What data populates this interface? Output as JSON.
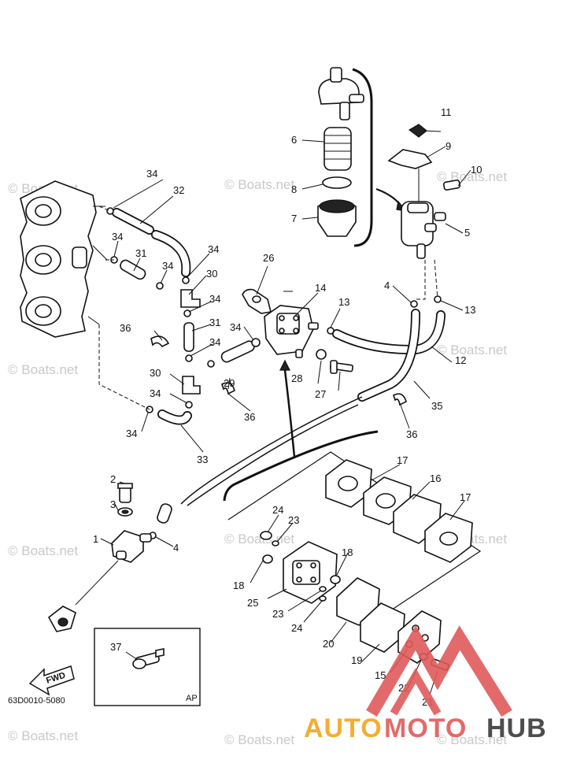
{
  "watermark": "© Boats.net",
  "figure_code": "63D0010-5080",
  "inset_label": "AP",
  "fwd_label": "FWD",
  "brand": {
    "part1": "AUTO",
    "part2": "MOTO",
    "part3": "HUB",
    "color1": "#f3a51f",
    "color2": "#e05a5a",
    "color3": "#3a3a3a"
  },
  "callouts": {
    "c1": "1",
    "c2": "2",
    "c3": "3",
    "c4a": "4",
    "c4b": "4",
    "c5": "5",
    "c6": "6",
    "c7": "7",
    "c8": "8",
    "c9": "9",
    "c10": "10",
    "c11": "11",
    "c12": "12",
    "c13a": "13",
    "c13b": "13",
    "c14": "14",
    "c15": "15",
    "c16": "16",
    "c17a": "17",
    "c17b": "17",
    "c18a": "18",
    "c18b": "18",
    "c19": "19",
    "c20": "20",
    "c21": "21",
    "c22": "22",
    "c23a": "23",
    "c23b": "23",
    "c24a": "24",
    "c24b": "24",
    "c25": "25",
    "c26": "26",
    "c27": "27",
    "c28": "28",
    "c29": "29",
    "c30a": "30",
    "c30b": "30",
    "c31a": "31",
    "c31b": "31",
    "c32": "32",
    "c33": "33",
    "c34a": "34",
    "c34b": "34",
    "c34c": "34",
    "c34d": "34",
    "c34e": "34",
    "c34f": "34",
    "c34g": "34",
    "c34h": "34",
    "c34i": "34",
    "c35": "35",
    "c36a": "36",
    "c36b": "36",
    "c36c": "36",
    "c37": "37"
  }
}
